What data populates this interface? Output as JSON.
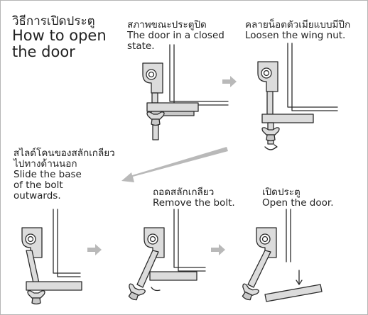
{
  "title": {
    "thai": "วิธีการเปิดประตู",
    "english": "How to open the door"
  },
  "steps": [
    {
      "thai": "สภาพขณะประตูปิด",
      "english_lines": [
        "The door in a closed",
        "state."
      ]
    },
    {
      "thai": "คลายน็อตตัวเมียแบบมีปีก",
      "english_lines": [
        "Loosen the wing nut."
      ]
    },
    {
      "thai_lines": [
        "สไลด์โคนของสลักเกลียว",
        "ไปทางด้านนอก"
      ],
      "english_lines": [
        "Slide the base",
        "of the bolt",
        "outwards."
      ]
    },
    {
      "thai": "ถอดสลักเกลียว",
      "english_lines": [
        "Remove the bolt."
      ]
    },
    {
      "thai": "เปิดประตู",
      "english_lines": [
        "Open the door."
      ]
    }
  ],
  "colors": {
    "arrow": "#b9b9b9",
    "metal": "#dcdcdc",
    "outline": "#2b2b2b",
    "frame": "#b5b5b5"
  },
  "icons": [
    "right-arrow-icon",
    "big-diagonal-arrow-icon",
    "rotation-arrow-icon",
    "door-bracket-illustration"
  ]
}
